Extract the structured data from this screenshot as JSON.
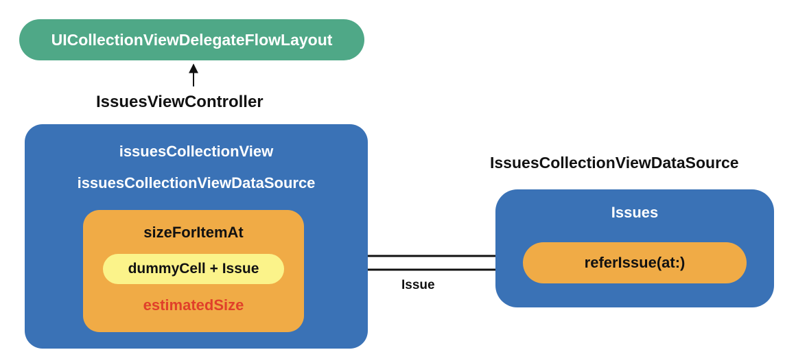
{
  "protocol": {
    "label": "UICollectionViewDelegateFlowLayout"
  },
  "controller": {
    "title": "IssuesViewController",
    "properties": [
      "issuesCollectionView",
      "issuesCollectionViewDataSource"
    ],
    "method": {
      "label": "sizeForItemAt",
      "inner_label": "dummyCell + Issue",
      "result_label": "estimatedSize"
    }
  },
  "data_source": {
    "title": "IssuesCollectionViewDataSource",
    "collection_label": "Issues",
    "method_label": "referIssue(at:)"
  },
  "return_arrow_label": "Issue",
  "colors": {
    "protocol_green": "#4fa887",
    "container_blue": "#3a72b6",
    "method_orange": "#f0ab46",
    "highlight_yellow": "#fbf38a",
    "result_red": "#e0402a"
  }
}
